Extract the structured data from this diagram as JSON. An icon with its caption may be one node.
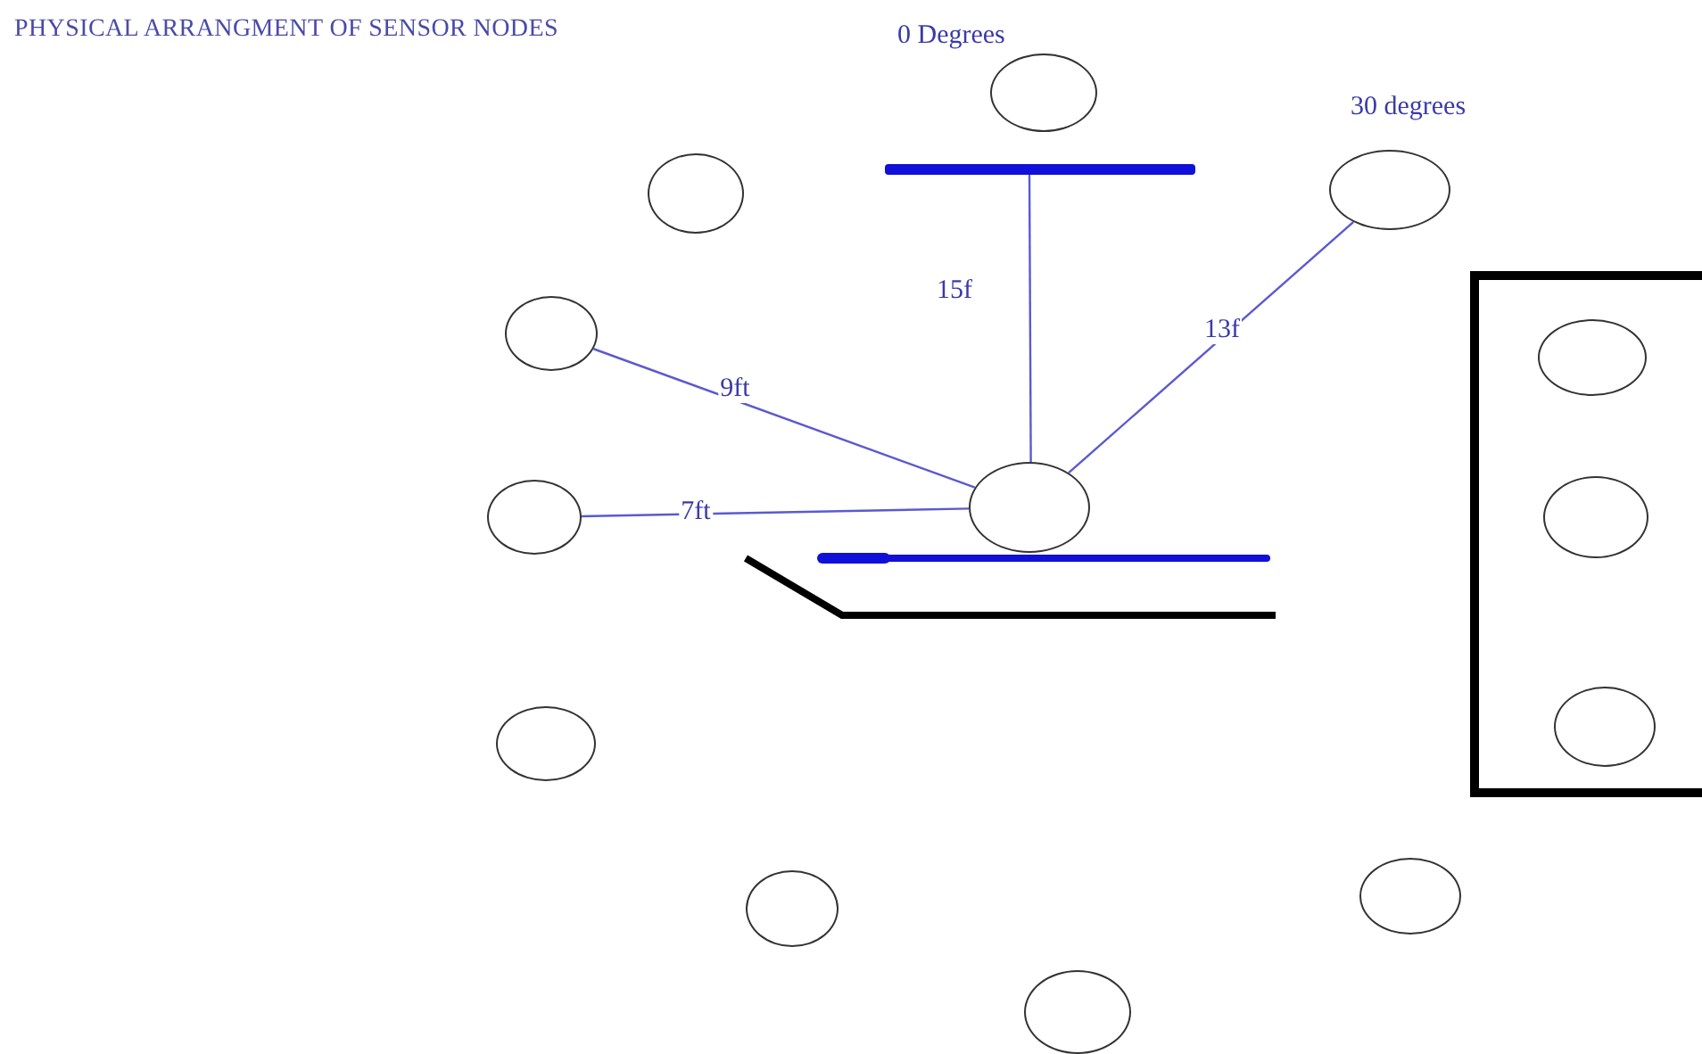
{
  "diagram": {
    "title": "PHYSICAL ARRANGMENT OF SENSOR NODES",
    "nodes": [
      {
        "text": [],
        "shape": "circle",
        "beside": [
          "0 Degrees"
        ]
      },
      {
        "text": [],
        "shape": "circle"
      },
      {
        "text": [],
        "shape": "circle",
        "beside": [
          "30 degrees"
        ]
      },
      {
        "text": [],
        "shape": "bar"
      },
      {
        "text": [],
        "shape": "box"
      },
      {
        "text": [],
        "shape": "circle",
        "in": 4
      },
      {
        "text": [],
        "shape": "circle"
      },
      {
        "text": [],
        "shape": "circle"
      },
      {
        "text": [],
        "shape": "circle",
        "in": 4
      },
      {
        "text": [],
        "shape": "circle"
      },
      {
        "text": [],
        "shape": "circle",
        "in": 4
      },
      {
        "text": [],
        "shape": "circle"
      },
      {
        "text": [],
        "shape": "circle"
      },
      {
        "text": [],
        "shape": "circle"
      },
      {
        "text": [],
        "shape": "circle"
      }
    ],
    "edges": [
      {
        "from": 7,
        "to": 3,
        "arrow": "none",
        "label": "15f"
      },
      {
        "from": 7,
        "to": 2,
        "arrow": "none",
        "label": "13f"
      },
      {
        "from": 7,
        "to": 6,
        "arrow": "none",
        "label": "9ft"
      },
      {
        "from": 7,
        "to": 9,
        "arrow": "none",
        "label": "7ft"
      }
    ]
  }
}
